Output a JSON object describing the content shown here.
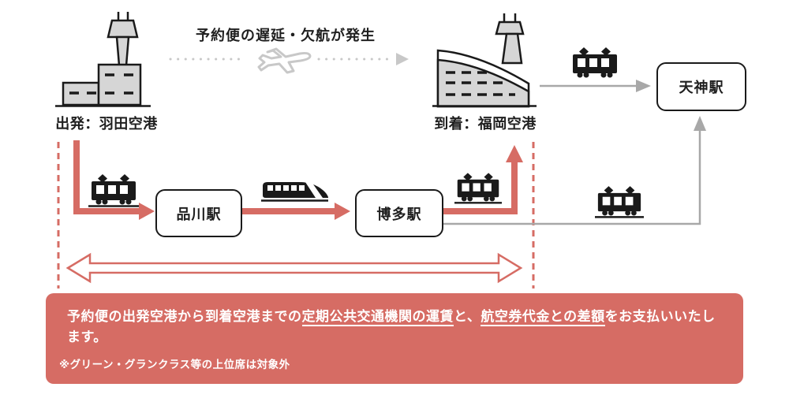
{
  "diagram": {
    "flight_disruption_caption": "予約便の遅延・欠航が発生",
    "departure_airport_label": "出発：羽田空港",
    "arrival_airport_label": "到着：福岡空港",
    "stations": {
      "shinagawa": "品川駅",
      "hakata": "博多駅",
      "tenjin": "天神駅"
    }
  },
  "notice": {
    "text_before": "予約便の出発空港から到着空港までの",
    "underlined_fare": "定期公共交通機関の運賃",
    "text_middle": "と、",
    "underlined_difference": "航空券代金との差額",
    "text_after": "をお支払いいたします。",
    "footnote": "※グリーン・グランクラス等の上位席は対象外"
  },
  "icons": {
    "airplane": "airplane-outline-icon",
    "train": "train-icon",
    "shinkansen": "shinkansen-icon",
    "departure_airport": "airport-terminal-icon",
    "arrival_airport": "airport-terminal-icon"
  },
  "colors": {
    "accent_red": "#d66c64",
    "path_gray": "#a8a8a8",
    "dotted_gray": "#c8c8c8",
    "building_fill": "#d6d6d6",
    "outline_black": "#1a1a1a",
    "notice_bg": "#d66c64",
    "notice_text": "#ffffff"
  }
}
